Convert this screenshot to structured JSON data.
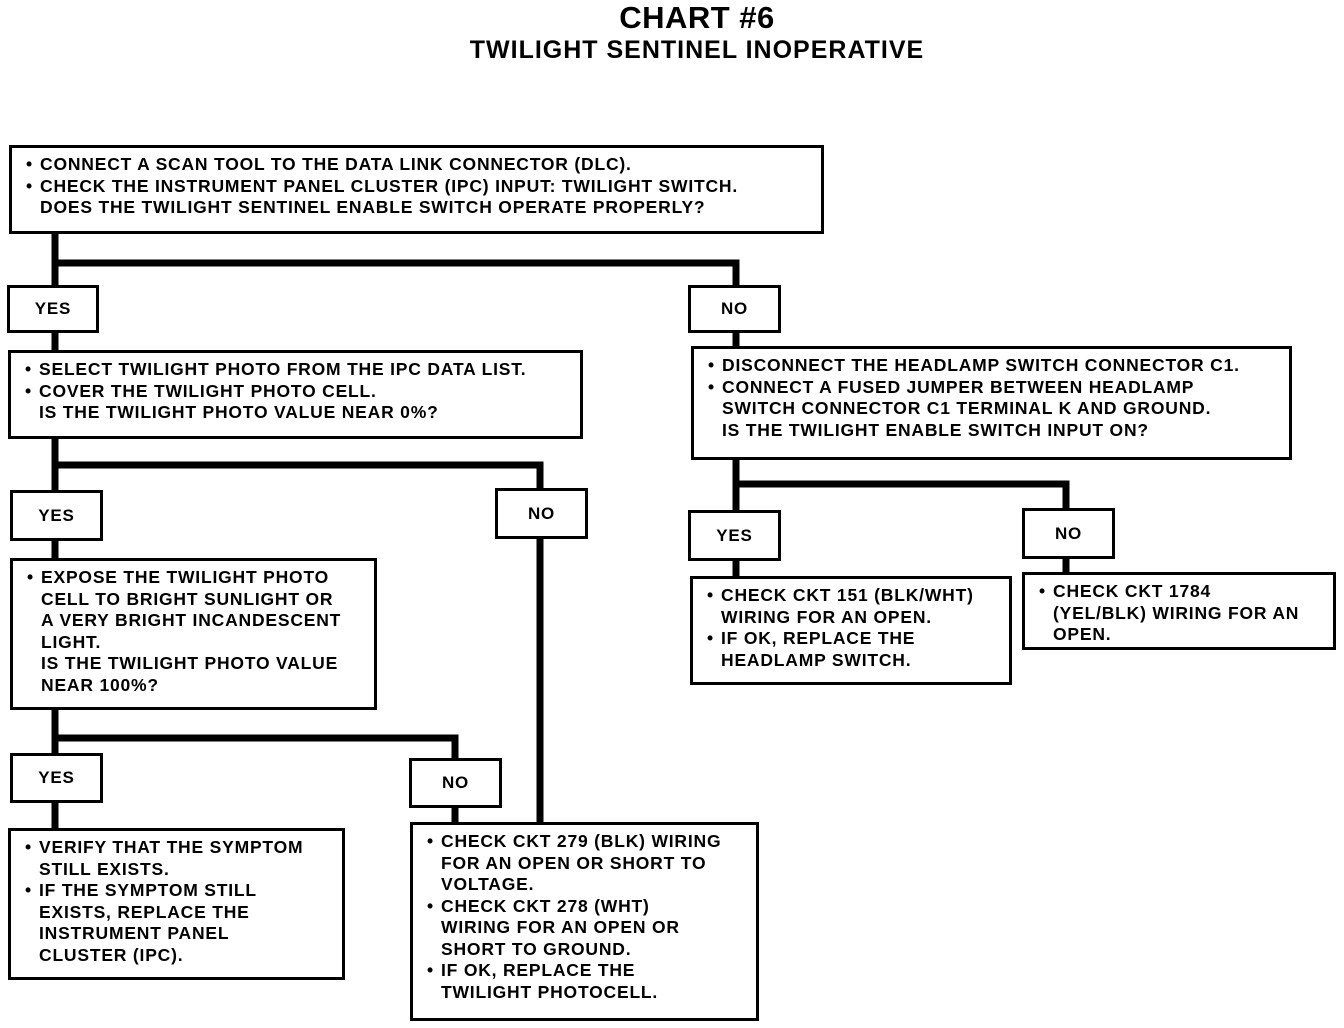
{
  "title": "CHART #6",
  "subtitle": "TWILIGHT SENTINEL INOPERATIVE",
  "boxes": {
    "start": {
      "lines": [
        {
          "bullet": true,
          "text": "CONNECT A SCAN TOOL TO THE DATA LINK CONNECTOR (DLC)."
        },
        {
          "bullet": true,
          "text": "CHECK THE INSTRUMENT PANEL CLUSTER (IPC) INPUT: TWILIGHT SWITCH."
        },
        {
          "bullet": false,
          "text": "DOES THE TWILIGHT SENTINEL ENABLE SWITCH OPERATE PROPERLY?"
        }
      ]
    },
    "photo_check": {
      "lines": [
        {
          "bullet": true,
          "text": "SELECT TWILIGHT PHOTO FROM THE IPC DATA LIST."
        },
        {
          "bullet": true,
          "text": "COVER THE TWILIGHT PHOTO CELL."
        },
        {
          "bullet": false,
          "text": "IS THE TWILIGHT PHOTO VALUE NEAR 0%?"
        }
      ]
    },
    "expose": {
      "lines": [
        {
          "bullet": true,
          "text": "EXPOSE THE TWILIGHT PHOTO"
        },
        {
          "bullet": false,
          "text": "CELL TO BRIGHT SUNLIGHT OR"
        },
        {
          "bullet": false,
          "text": "A VERY BRIGHT INCANDESCENT"
        },
        {
          "bullet": false,
          "text": "LIGHT."
        },
        {
          "bullet": false,
          "text": "IS THE TWILIGHT PHOTO VALUE"
        },
        {
          "bullet": false,
          "text": "NEAR 100%?"
        }
      ]
    },
    "verify": {
      "lines": [
        {
          "bullet": true,
          "text": "VERIFY THAT THE SYMPTOM"
        },
        {
          "bullet": false,
          "text": "STILL EXISTS."
        },
        {
          "bullet": true,
          "text": "IF THE SYMPTOM STILL"
        },
        {
          "bullet": false,
          "text": "EXISTS, REPLACE THE"
        },
        {
          "bullet": false,
          "text": "INSTRUMENT PANEL"
        },
        {
          "bullet": false,
          "text": "CLUSTER (IPC)."
        }
      ]
    },
    "ckt279": {
      "lines": [
        {
          "bullet": true,
          "text": "CHECK CKT 279 (BLK) WIRING"
        },
        {
          "bullet": false,
          "text": "FOR AN OPEN OR SHORT TO"
        },
        {
          "bullet": false,
          "text": "VOLTAGE."
        },
        {
          "bullet": true,
          "text": "CHECK CKT 278 (WHT)"
        },
        {
          "bullet": false,
          "text": "WIRING FOR AN OPEN OR"
        },
        {
          "bullet": false,
          "text": "SHORT TO GROUND."
        },
        {
          "bullet": true,
          "text": "IF OK, REPLACE THE"
        },
        {
          "bullet": false,
          "text": "TWILIGHT PHOTOCELL."
        }
      ]
    },
    "headlamp": {
      "lines": [
        {
          "bullet": true,
          "text": "DISCONNECT THE HEADLAMP SWITCH CONNECTOR C1."
        },
        {
          "bullet": true,
          "text": "CONNECT A FUSED JUMPER BETWEEN HEADLAMP"
        },
        {
          "bullet": false,
          "text": "SWITCH CONNECTOR C1 TERMINAL K AND GROUND."
        },
        {
          "bullet": false,
          "text": "IS THE TWILIGHT ENABLE SWITCH INPUT ON?"
        }
      ]
    },
    "ckt151": {
      "lines": [
        {
          "bullet": true,
          "text": "CHECK CKT 151 (BLK/WHT)"
        },
        {
          "bullet": false,
          "text": "WIRING FOR AN OPEN."
        },
        {
          "bullet": true,
          "text": "IF OK, REPLACE THE"
        },
        {
          "bullet": false,
          "text": "HEADLAMP SWITCH."
        }
      ]
    },
    "ckt1784": {
      "lines": [
        {
          "bullet": true,
          "text": "CHECK CKT 1784"
        },
        {
          "bullet": false,
          "text": "(YEL/BLK) WIRING FOR AN"
        },
        {
          "bullet": false,
          "text": "OPEN."
        }
      ]
    }
  },
  "labels": {
    "yes": "YES",
    "no": "NO"
  }
}
